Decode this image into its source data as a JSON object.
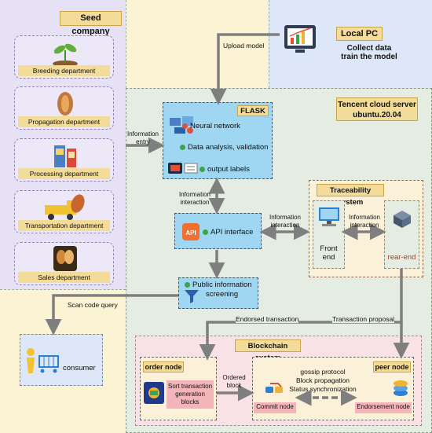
{
  "seed_company": {
    "title": "Seed company",
    "departments": [
      {
        "label": "Breeding department",
        "icon": "seedling-icon"
      },
      {
        "label": "Propagation department",
        "icon": "seed-icon"
      },
      {
        "label": "Processing department",
        "icon": "seed-packet-icon"
      },
      {
        "label": "Transportation department",
        "icon": "truck-icon"
      },
      {
        "label": "Sales department",
        "icon": "seed-brand-icon"
      }
    ]
  },
  "local_pc": {
    "title": "Local PC",
    "line1": "Collect data",
    "line2": "train the model"
  },
  "cloud": {
    "title_line1": "Tencent cloud server",
    "title_line2": "ubuntu.20.04"
  },
  "flask": {
    "title": "FLASK",
    "items": [
      "Neural network",
      "Data analysis, validation",
      "output labels"
    ]
  },
  "api": {
    "label": "API interface"
  },
  "public_info": {
    "line1": "Public information",
    "line2": "screening"
  },
  "traceability": {
    "title": "Traceability system",
    "front_line1": "Front",
    "front_line2": "end",
    "rear": "rear-end"
  },
  "blockchain": {
    "title": "Blockchain system",
    "order_node": "order node",
    "order_box": [
      "Sort transaction",
      "generation",
      "blocks"
    ],
    "peer_node": "peer node",
    "commit_node": "Commit node",
    "endorsement_node": "Endorsement node",
    "gossip": [
      "gossip protocol",
      "Block propagation",
      "Status synchronization"
    ]
  },
  "consumer": {
    "label": "consumer"
  },
  "edge_labels": {
    "upload_model": "Upload model",
    "information_entry": [
      "Information",
      "entry"
    ],
    "info_interaction_vertical": [
      "Information",
      "interaction"
    ],
    "info_interaction_api": [
      "Information",
      "interaction"
    ],
    "info_interaction_trace": [
      "Information",
      "interaction"
    ],
    "scan_code_query": "Scan code query",
    "endorsed_transaction": "Endorsed transaction",
    "transaction_proposal": "Transaction proposal",
    "ordered_block": [
      "Ordered",
      "block"
    ]
  },
  "colors": {
    "lavender": "#e6e1f5",
    "cream": "#fbf3d3",
    "light_blue": "#dde7f7",
    "cloud_green": "#e5ede3",
    "module_blue": "#9fd7f3",
    "tag_gold": "#f3dc9a",
    "pink": "#f8e2e6",
    "arrow_gray": "#7f7f7f",
    "dot_red": "#e2503a",
    "dot_green": "#3fa34d"
  }
}
